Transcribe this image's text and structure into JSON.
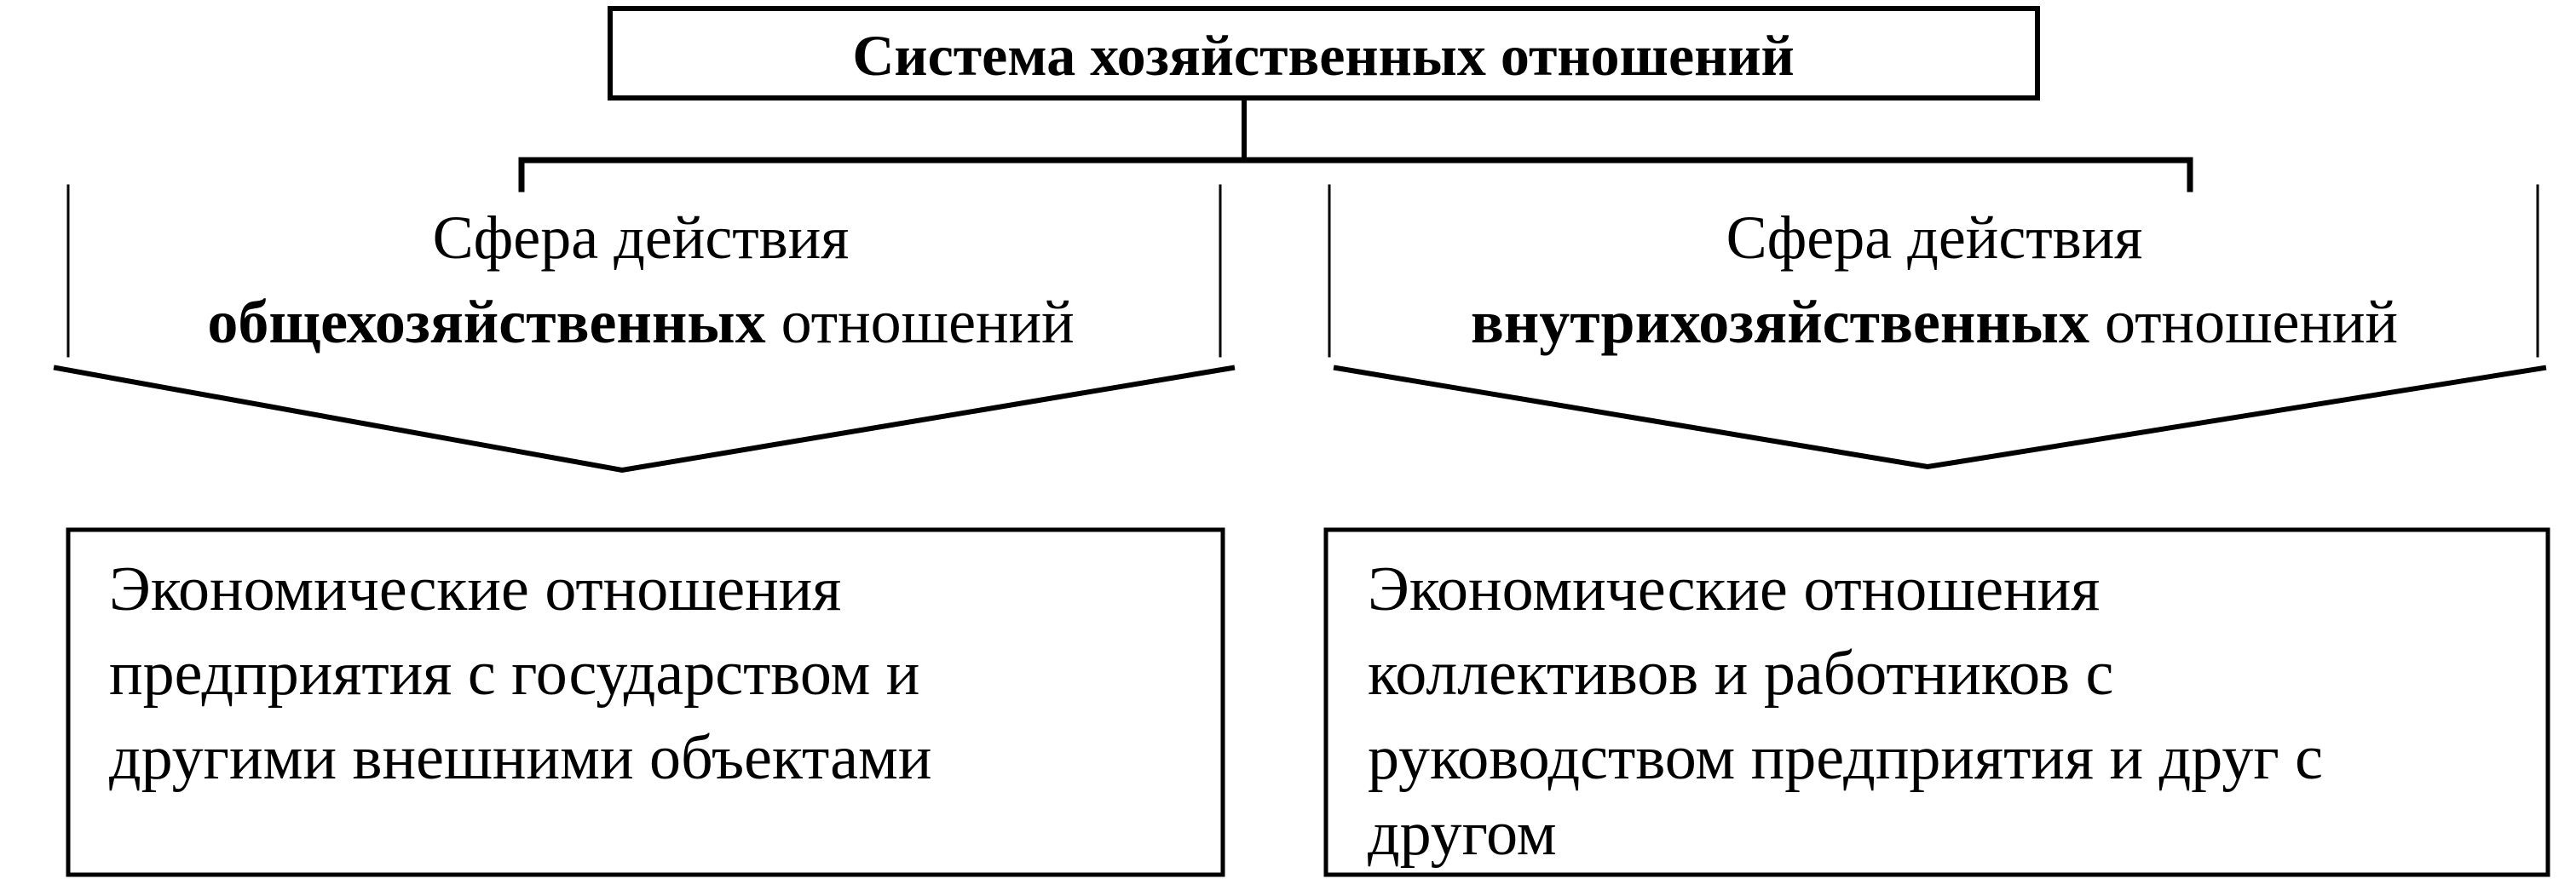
{
  "title": "Система хозяйственных отношений",
  "left": {
    "heading_line1": "Сфера действия",
    "heading_bold": "общехозяйственных",
    "heading_rest": " отношений",
    "description": [
      "Экономические отношения",
      "предприятия с государством и",
      "другими внешними объектами"
    ]
  },
  "right": {
    "heading_line1": "Сфера действия",
    "heading_bold": "внутрихозяйственных",
    "heading_rest": " отношений",
    "description": [
      "Экономические отношения",
      "коллективов и работников с",
      "руководством предприятия и друг с",
      "другом"
    ]
  }
}
